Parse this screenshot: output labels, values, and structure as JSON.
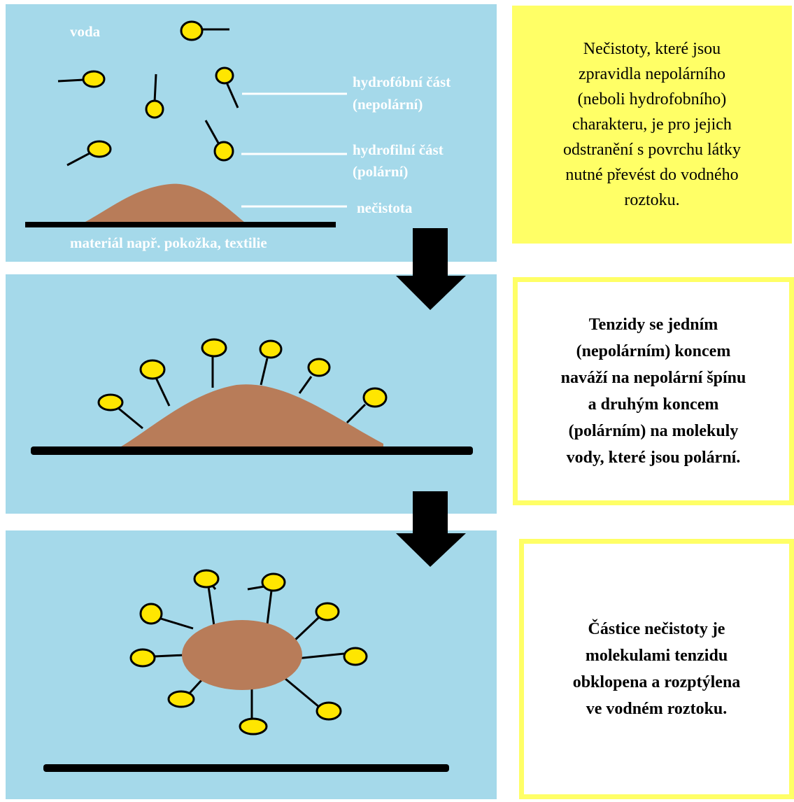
{
  "panel1": {
    "labels": {
      "water": "voda",
      "hydrophobic_line1": "hydrofóbní část",
      "hydrophobic_line2": "(nepolární)",
      "hydrophilic_line1": "hydrofilní část",
      "hydrophilic_line2": "(polární)",
      "dirt": "nečistota",
      "material": "materiál např. pokožka, textilie"
    }
  },
  "boxes": {
    "box1": "Nečistoty, které jsou\nzpravidla nepolárního\n(neboli hydrofobního)\ncharakteru, je pro jejich\nodstranění s povrchu látky\nnutné převést do vodného\nroztoku.",
    "box2": "Tenzidy se jedním\n(nepolárním) koncem\nnaváží na nepolární špínu\na druhým koncem\n(polárním) na molekuly\nvody, které jsou polární.",
    "box3": "Částice nečistoty je\nmolekulami tenzidu\nobklopena a  rozptýlena\nve vodném roztoku."
  },
  "colors": {
    "water": "#a5d9ea",
    "dirt": "#b87c59",
    "surfactant_head": "#ffe600",
    "box1_fill": "#ffff66",
    "box_border": "#ffff66",
    "surface": "#000000"
  }
}
